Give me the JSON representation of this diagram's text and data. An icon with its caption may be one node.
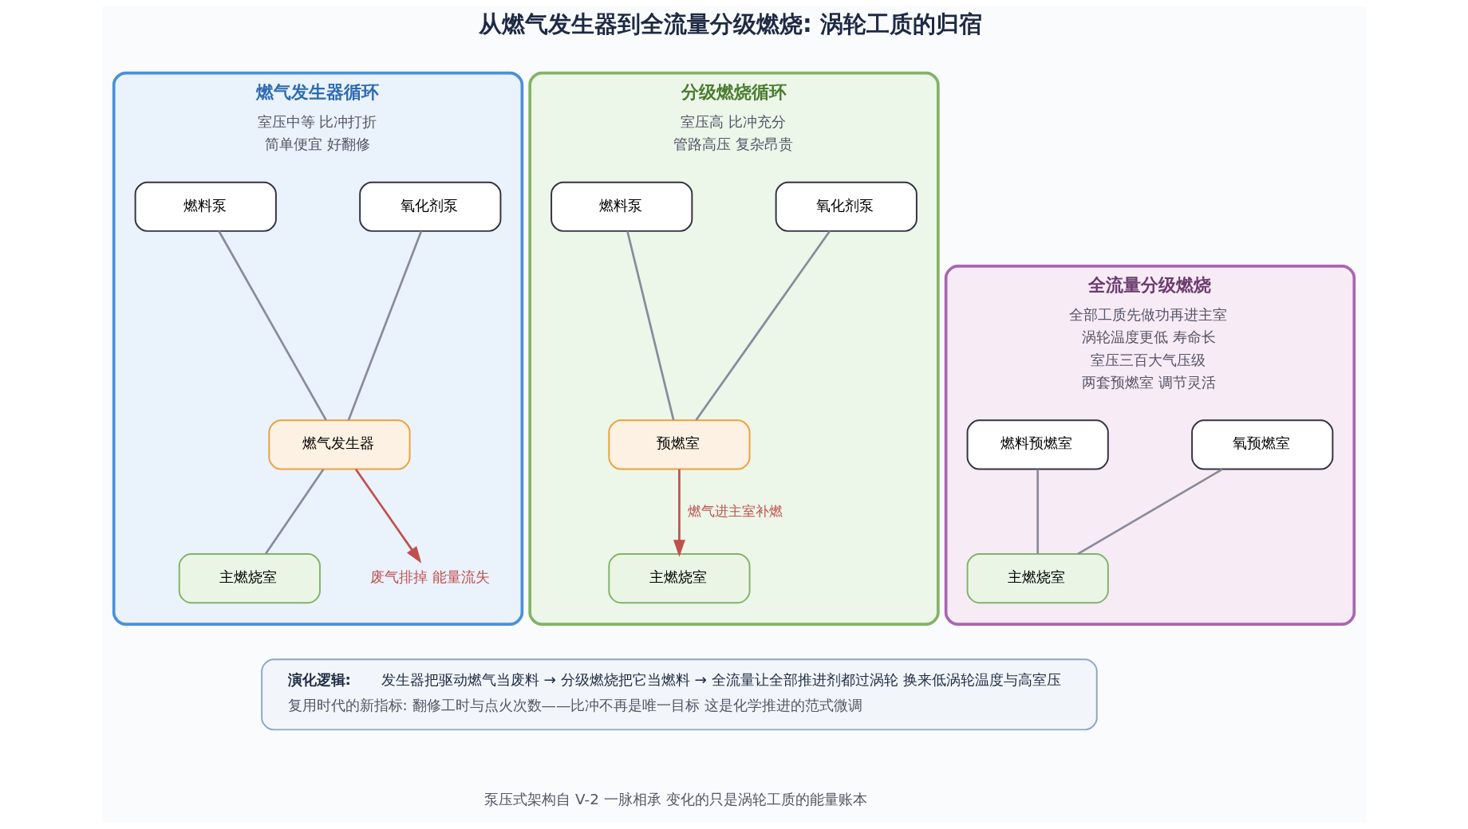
{
  "diagram": {
    "title": "从燃气发生器到全流量分级燃烧: 涡轮工质的归宿",
    "caption": "泵压式架构自 V-2 一脉相承 变化的只是涡轮工质的能量账本",
    "nodes": [
      {
        "text": [
          "燃气发生器循环",
          "室压中等 比冲打折",
          "简单便宜 好翻修"
        ]
      },
      {
        "text": [
          "燃料泵"
        ],
        "in": 0
      },
      {
        "text": [
          "氧化剂泵"
        ],
        "in": 0
      },
      {
        "text": [
          "燃气发生器"
        ],
        "in": 0
      },
      {
        "text": [
          "主燃烧室"
        ],
        "in": 0
      },
      {
        "text": [
          "废气排掉 能量流失"
        ],
        "in": 0
      },
      {
        "text": [
          "分级燃烧循环",
          "室压高 比冲充分",
          "管路高压 复杂昂贵"
        ]
      },
      {
        "text": [
          "燃料泵"
        ],
        "in": 6
      },
      {
        "text": [
          "氧化剂泵"
        ],
        "in": 6
      },
      {
        "text": [
          "预燃室"
        ],
        "in": 6
      },
      {
        "text": [
          "主燃烧室"
        ],
        "in": 6
      },
      {
        "text": [
          "全流量分级燃烧",
          "全部工质先做功再进主室",
          "涡轮温度更低 寿命长",
          "室压三百大气压级",
          "两套预燃室 调节灵活"
        ]
      },
      {
        "text": [
          "燃料预燃室"
        ],
        "in": 11
      },
      {
        "text": [
          "氧预燃室"
        ],
        "in": 11
      },
      {
        "text": [
          "主燃烧室"
        ],
        "in": 11
      },
      {
        "text": [
          "演化逻辑:",
          "发生器把驱动燃气当废料 → 分级燃烧把它当燃料 → 全流量让全部推进剂都过涡轮 换来低涡轮温度与高室压",
          "复用时代的新指标: 翻修工时与点火次数——比冲不再是唯一目标 这是化学推进的范式微调"
        ]
      }
    ],
    "edges": [
      {
        "from": 1,
        "to": 3,
        "arrow": "none"
      },
      {
        "from": 2,
        "to": 3,
        "arrow": "none"
      },
      {
        "from": 3,
        "to": 4,
        "arrow": "none"
      },
      {
        "from": 3,
        "to": 5,
        "arrow": "to",
        "color": "#c0504d"
      },
      {
        "from": 7,
        "to": 9,
        "arrow": "none"
      },
      {
        "from": 8,
        "to": 9,
        "arrow": "none"
      },
      {
        "from": 9,
        "to": 10,
        "arrow": "to",
        "label": "燃气进主室补燃",
        "color": "#c0504d"
      },
      {
        "from": 12,
        "to": 14,
        "arrow": "none"
      },
      {
        "from": 13,
        "to": 14,
        "arrow": "none"
      }
    ]
  }
}
